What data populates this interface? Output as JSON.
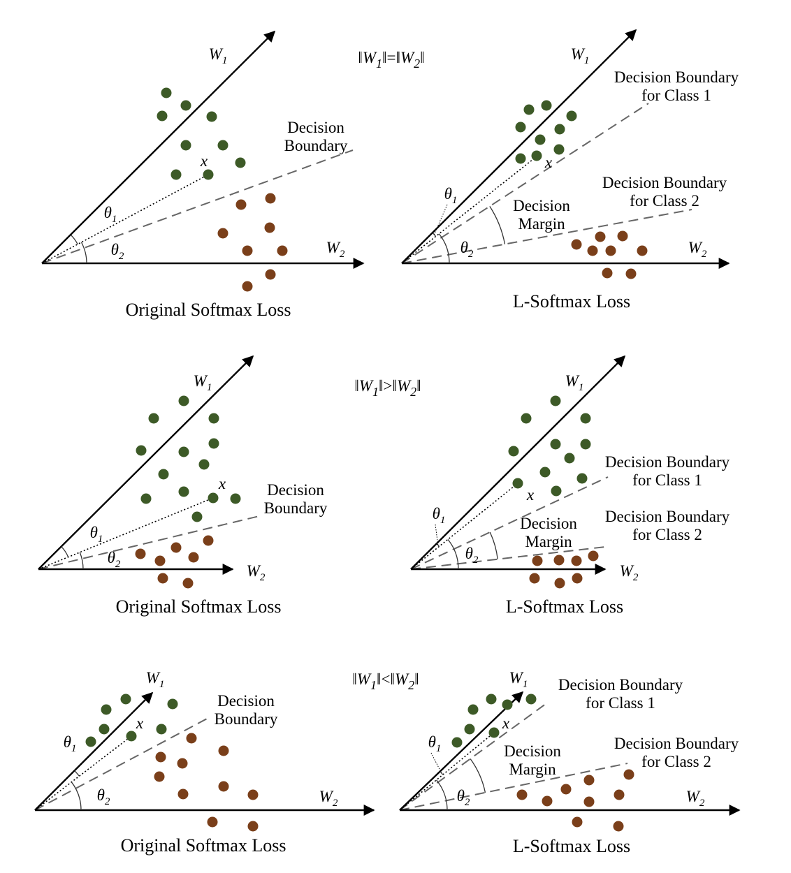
{
  "colors": {
    "class1": "#3d5a27",
    "class2": "#7a3f1a",
    "dashed": "#666666"
  },
  "rows": [
    {
      "header": {
        "left": "‖",
        "w1": "W",
        "s1": "1",
        "mid": "‖=‖",
        "w2": "W",
        "s2": "2",
        "right": "‖"
      }
    },
    {
      "header": {
        "left": "‖",
        "w1": "W",
        "s1": "1",
        "mid": "‖>‖",
        "w2": "W",
        "s2": "2",
        "right": "‖"
      }
    },
    {
      "header": {
        "left": "‖",
        "w1": "W",
        "s1": "1",
        "mid": "‖<‖",
        "w2": "W",
        "s2": "2",
        "right": "‖"
      }
    }
  ],
  "labels": {
    "w1": {
      "base": "W",
      "sub": "1"
    },
    "w2": {
      "base": "W",
      "sub": "2"
    },
    "theta1": {
      "base": "θ",
      "sub": "1"
    },
    "theta2": {
      "base": "θ",
      "sub": "2"
    },
    "x": "x",
    "decision_boundary": [
      "Decision",
      "Boundary"
    ],
    "boundary_class1": [
      "Decision Boundary",
      "for Class 1"
    ],
    "boundary_class2": [
      "Decision Boundary",
      "for Class 2"
    ],
    "decision_margin": [
      "Decision",
      "Margin"
    ],
    "original_title": "Original Softmax Loss",
    "lsoftmax_title": "L-Softmax Loss"
  }
}
